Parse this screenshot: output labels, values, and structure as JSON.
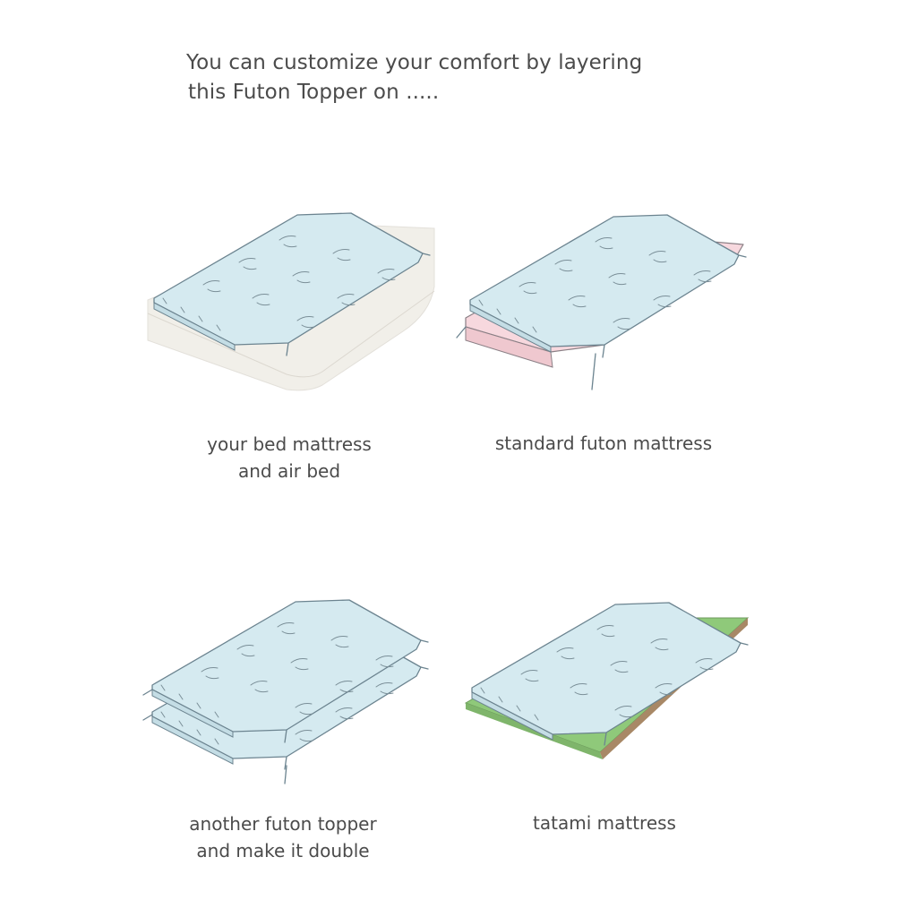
{
  "heading": {
    "line1": "You can customize your comfort by layering",
    "line2": "this Futon Topper on ....."
  },
  "options": [
    {
      "caption_line1": "your bed mattress",
      "caption_line2": "and air bed"
    },
    {
      "caption_line1": "standard futon mattress",
      "caption_line2": ""
    },
    {
      "caption_line1": "another futon topper",
      "caption_line2": "and make it double"
    },
    {
      "caption_line1": "tatami mattress",
      "caption_line2": ""
    }
  ],
  "colors": {
    "topper": "#d5eaf0",
    "bed_mattress": "#f1efe9",
    "futon_mattress": "#f7d8de",
    "tatami_top": "#8fc97a",
    "tatami_edge": "#a88866",
    "text": "#4b4b4b"
  }
}
